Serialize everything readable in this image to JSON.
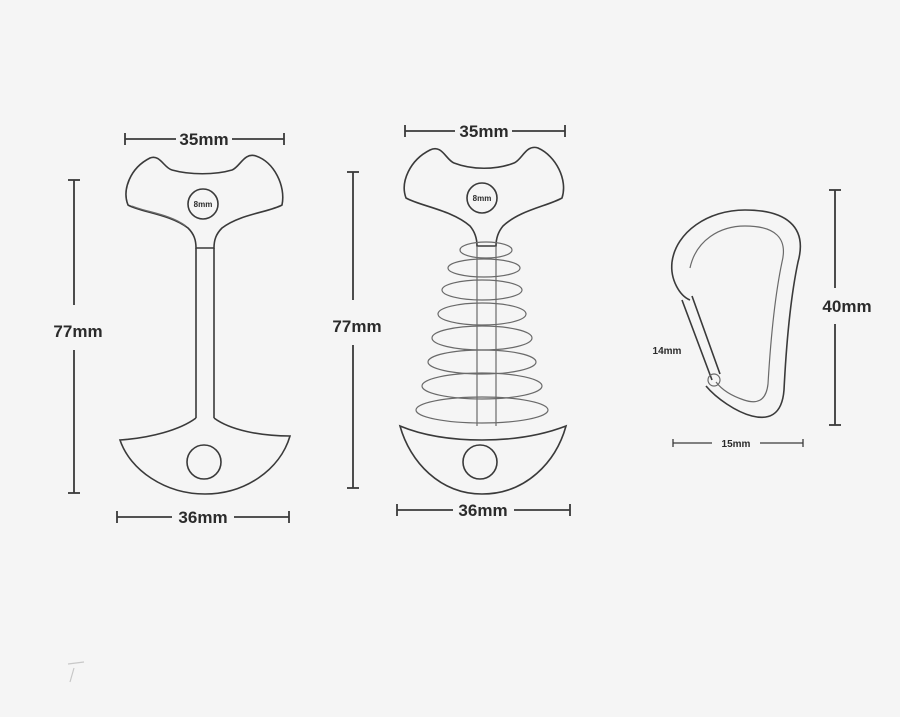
{
  "figure": {
    "labels": {
      "peg1_width_top": "35mm",
      "peg1_height": "77mm",
      "peg1_width_bottom": "36mm",
      "peg1_hole": "8mm",
      "peg2_width_top": "35mm",
      "peg2_height": "77mm",
      "peg2_width_bottom": "36mm",
      "peg2_hole": "8mm",
      "clip_height": "40mm",
      "clip_gate": "14mm",
      "clip_width": "15mm"
    }
  }
}
